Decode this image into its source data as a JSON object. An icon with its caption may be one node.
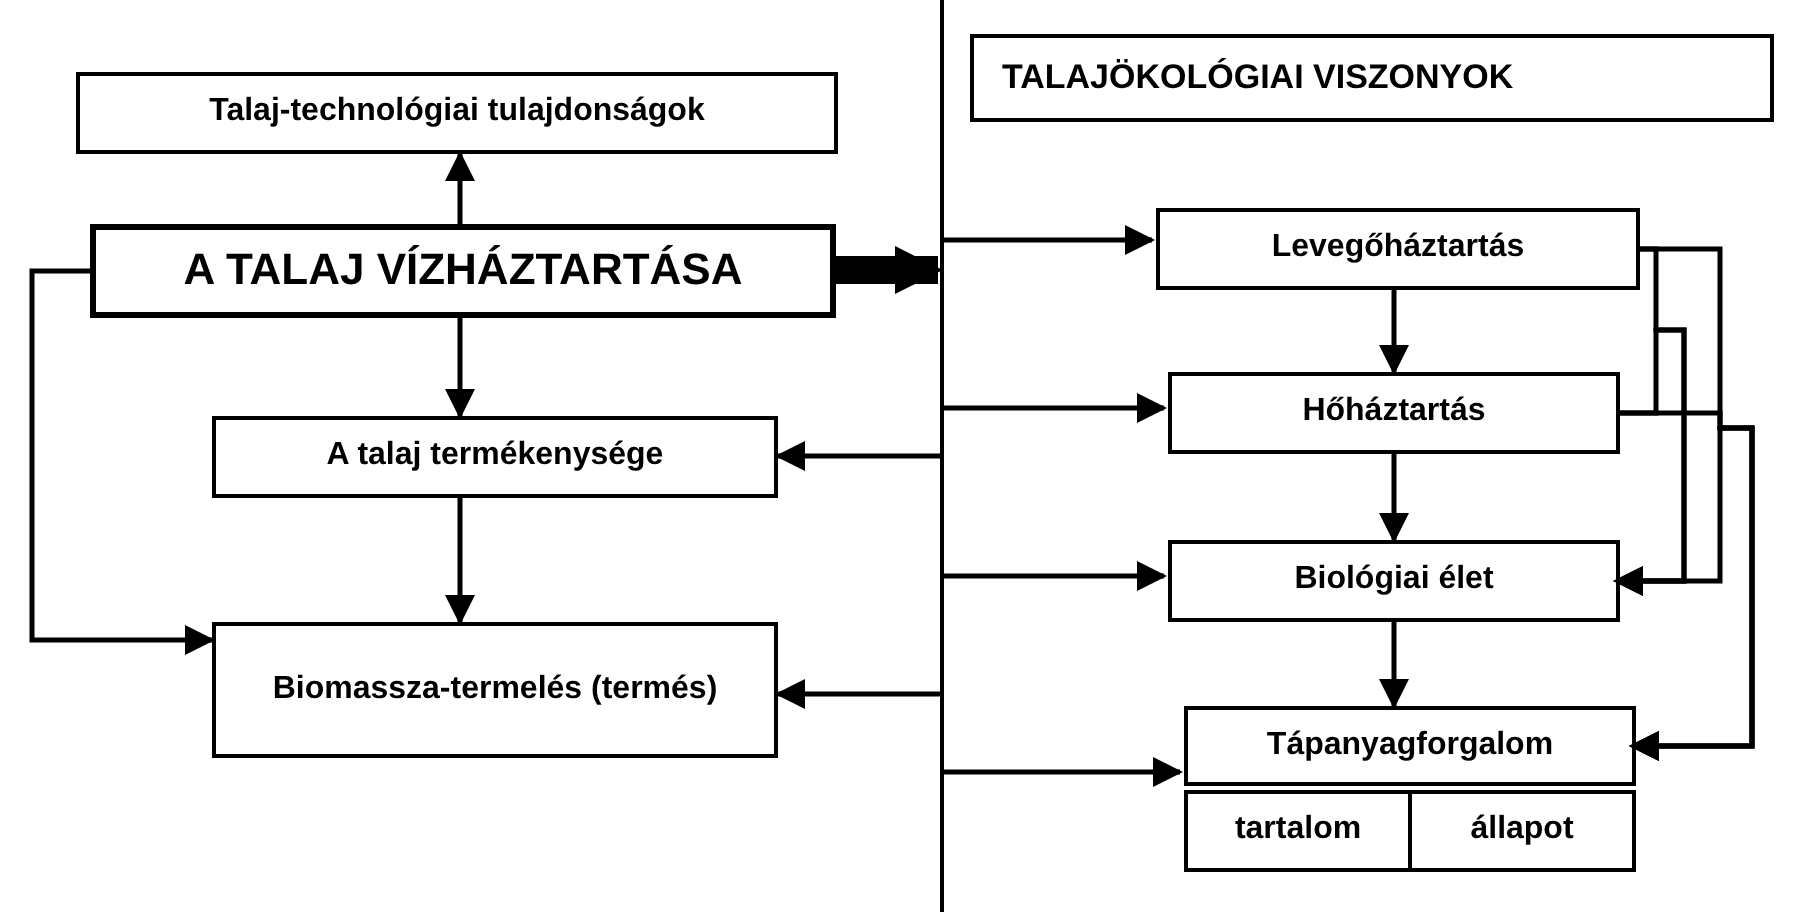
{
  "diagram": {
    "nodes": [
      {
        "text": [
          "Talaj-technológiai tulajdonságok"
        ]
      },
      {
        "text": [
          "A TALAJ VÍZHÁZTARTÁSA"
        ]
      },
      {
        "text": [
          "A talaj termékenysége"
        ]
      },
      {
        "text": [
          "Biomassza-termelés (termés)"
        ]
      },
      {
        "text": [],
        "shape": "box"
      },
      {
        "text": [
          "TALAJÖKOLÓGIAI VISZONYOK"
        ],
        "in": 4
      },
      {
        "text": [
          "Levegőháztartás"
        ],
        "in": 4
      },
      {
        "text": [
          "Hőháztartás"
        ],
        "in": 4
      },
      {
        "text": [
          "Biológiai élet"
        ],
        "in": 4
      },
      {
        "text": [
          "Tápanyagforgalom"
        ],
        "in": 4
      },
      {
        "text": [
          "tartalom"
        ],
        "in": 4
      },
      {
        "text": [
          "állapot"
        ],
        "in": 4
      }
    ],
    "edges": [
      {
        "from": 1,
        "to": 0,
        "arrow": "to"
      },
      {
        "from": 1,
        "to": 2,
        "arrow": "to"
      },
      {
        "from": 2,
        "to": 3,
        "arrow": "to"
      },
      {
        "from": 1,
        "to": 3,
        "arrow": "to"
      },
      {
        "from": 1,
        "to": 4,
        "arrow": "to",
        "style": "thick"
      },
      {
        "from": 4,
        "to": 6,
        "arrow": "to"
      },
      {
        "from": 4,
        "to": 7,
        "arrow": "to"
      },
      {
        "from": 4,
        "to": 8,
        "arrow": "to"
      },
      {
        "from": 4,
        "to": 9,
        "arrow": "to"
      },
      {
        "from": 4,
        "to": 2,
        "arrow": "to"
      },
      {
        "from": 4,
        "to": 3,
        "arrow": "to"
      },
      {
        "from": 6,
        "to": 7,
        "arrow": "to"
      },
      {
        "from": 7,
        "to": 8,
        "arrow": "to"
      },
      {
        "from": 8,
        "to": 9,
        "arrow": "to"
      },
      {
        "from": 6,
        "to": 8,
        "arrow": "to"
      },
      {
        "from": 7,
        "to": 8,
        "arrow": "to"
      },
      {
        "from": 6,
        "to": 9,
        "arrow": "to"
      },
      {
        "from": 7,
        "to": 9,
        "arrow": "to"
      },
      {
        "from": 8,
        "to": 9,
        "arrow": "to"
      }
    ]
  }
}
